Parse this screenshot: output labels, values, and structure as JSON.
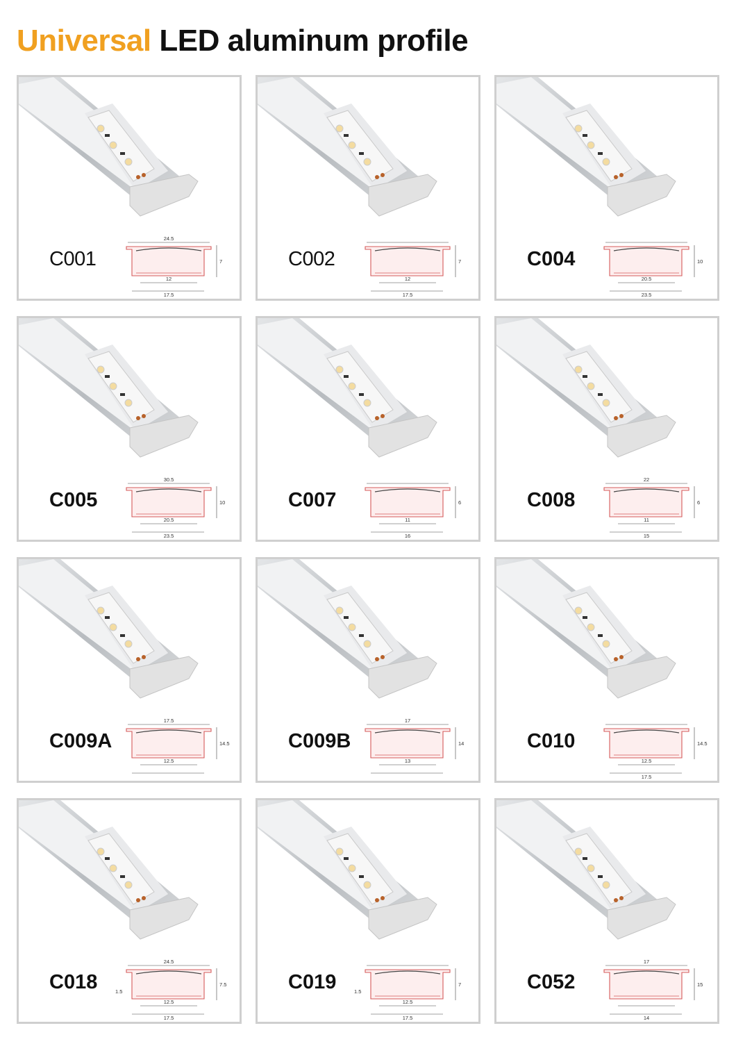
{
  "header": {
    "title_accent": "Universal",
    "title_rest": "LED aluminum profile",
    "accent_color": "#f0a020"
  },
  "profiles": [
    {
      "model": "C001",
      "dims": {
        "top": "24.5",
        "mid": "12",
        "bottom": "17.5",
        "side": "7"
      }
    },
    {
      "model": "C002",
      "dims": {
        "mid": "12",
        "bottom": "17.5",
        "side": "7"
      }
    },
    {
      "model": "C004",
      "dims": {
        "mid": "20.5",
        "bottom": "23.5",
        "side": "10"
      }
    },
    {
      "model": "C005",
      "dims": {
        "top": "30.5",
        "mid": "20.5",
        "bottom": "23.5",
        "side": "10"
      }
    },
    {
      "model": "C007",
      "dims": {
        "mid": "11",
        "bottom": "16",
        "side": "6"
      }
    },
    {
      "model": "C008",
      "dims": {
        "top": "22",
        "mid": "11",
        "bottom": "15",
        "side": "6"
      }
    },
    {
      "model": "C009A",
      "dims": {
        "top": "17.5",
        "mid": "12.5",
        "side": "14.5"
      }
    },
    {
      "model": "C009B",
      "dims": {
        "top": "17",
        "mid": "13",
        "side": "14"
      }
    },
    {
      "model": "C010",
      "dims": {
        "mid": "12.5",
        "bottom": "17.5",
        "side": "14.5"
      }
    },
    {
      "model": "C018",
      "dims": {
        "top": "24.5",
        "mid": "12.5",
        "bottom": "17.5",
        "side": "7.5",
        "left": "1.5"
      }
    },
    {
      "model": "C019",
      "dims": {
        "mid": "12.5",
        "bottom": "17.5",
        "side": "7",
        "left": "1.5"
      }
    },
    {
      "model": "C052",
      "dims": {
        "top": "17",
        "bottom": "14",
        "side": "15"
      }
    }
  ]
}
